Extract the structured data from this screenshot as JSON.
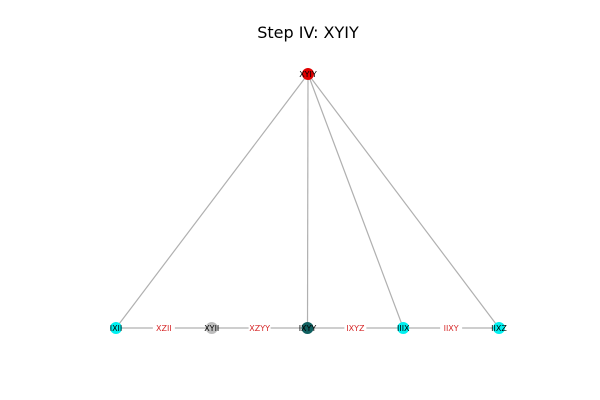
{
  "title": "Step IV: XYIY",
  "colors": {
    "edge": "#b0b0b0",
    "edge_label": "#d62728",
    "node_root": "#e00000",
    "node_cyan": "#00f0f0",
    "node_gray": "#bdbdbd",
    "node_teal": "#0f5f5f",
    "background": "#ffffff"
  },
  "nodes": [
    {
      "id": "root",
      "label": "XYIY",
      "color": "#e00000",
      "level": 0
    },
    {
      "id": "n1",
      "label": "IXII",
      "color": "#00f0f0",
      "level": 1
    },
    {
      "id": "n2",
      "label": "XYII",
      "color": "#bdbdbd",
      "level": 1
    },
    {
      "id": "n3",
      "label": "IXYY",
      "color": "#0f5f5f",
      "level": 1
    },
    {
      "id": "n4",
      "label": "IIIX",
      "color": "#00f0f0",
      "level": 1
    },
    {
      "id": "n5",
      "label": "IIXZ",
      "color": "#00f0f0",
      "level": 1
    }
  ],
  "edges": [
    {
      "from": "root",
      "to": "n1",
      "label": ""
    },
    {
      "from": "root",
      "to": "n3",
      "label": ""
    },
    {
      "from": "root",
      "to": "n4",
      "label": ""
    },
    {
      "from": "root",
      "to": "n5",
      "label": ""
    },
    {
      "from": "n1",
      "to": "n2",
      "label": "XZII"
    },
    {
      "from": "n2",
      "to": "n3",
      "label": "XZYY"
    },
    {
      "from": "n3",
      "to": "n4",
      "label": "IXYZ"
    },
    {
      "from": "n4",
      "to": "n5",
      "label": "IIXY"
    }
  ]
}
